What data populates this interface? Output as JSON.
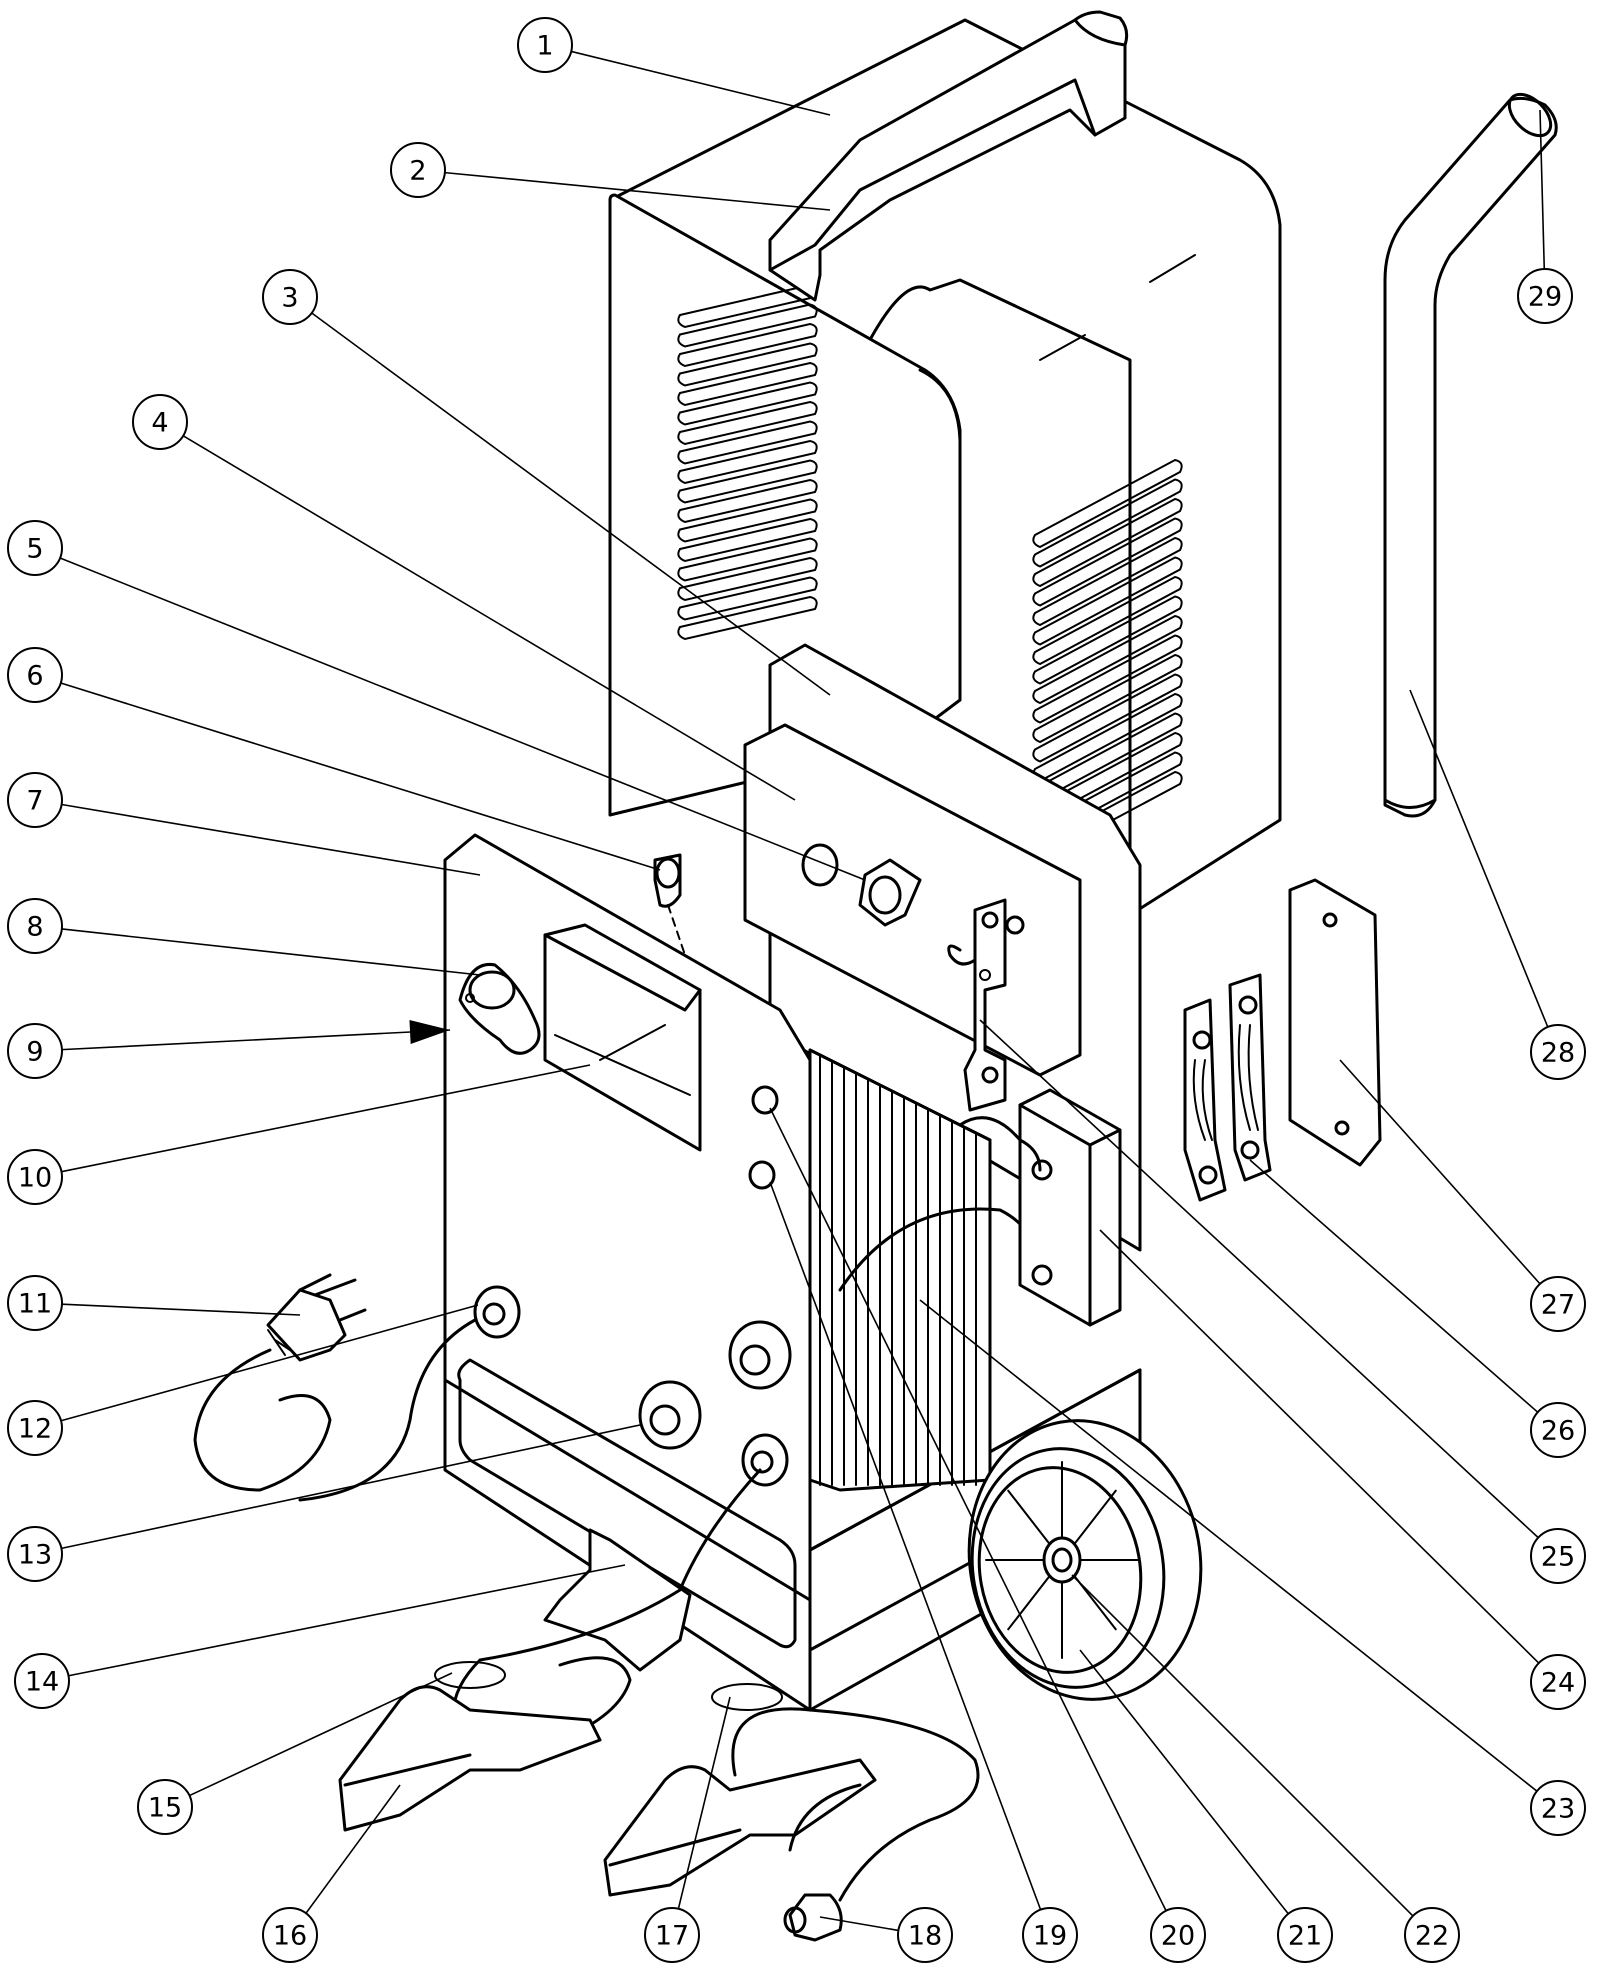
{
  "diagram": {
    "callouts": [
      {
        "number": "1",
        "anchor": "handle-top"
      },
      {
        "number": "2",
        "anchor": "handle-grip"
      },
      {
        "number": "3",
        "anchor": "inner-panel"
      },
      {
        "number": "4",
        "anchor": "control-plate"
      },
      {
        "number": "5",
        "anchor": "switch"
      },
      {
        "number": "6",
        "anchor": "switch-small"
      },
      {
        "number": "7",
        "anchor": "front-panel"
      },
      {
        "number": "8",
        "anchor": "knob"
      },
      {
        "number": "9",
        "anchor": "knob-pointer"
      },
      {
        "number": "10",
        "anchor": "ammeter"
      },
      {
        "number": "11",
        "anchor": "mains-plug"
      },
      {
        "number": "12",
        "anchor": "cable-grommet"
      },
      {
        "number": "13",
        "anchor": "output-socket"
      },
      {
        "number": "14",
        "anchor": "base-foot"
      },
      {
        "number": "15",
        "anchor": "clamp-red-sleeve"
      },
      {
        "number": "16",
        "anchor": "battery-clamps"
      },
      {
        "number": "17",
        "anchor": "clamp-black-sleeve"
      },
      {
        "number": "18",
        "anchor": "connector-plug"
      },
      {
        "number": "19",
        "anchor": "fuse-holder-lower"
      },
      {
        "number": "20",
        "anchor": "fuse-holder-upper"
      },
      {
        "number": "21",
        "anchor": "wheel"
      },
      {
        "number": "22",
        "anchor": "wheel-hub"
      },
      {
        "number": "23",
        "anchor": "transformer"
      },
      {
        "number": "24",
        "anchor": "rectifier"
      },
      {
        "number": "25",
        "anchor": "bus-bar"
      },
      {
        "number": "26",
        "anchor": "diode-bracket"
      },
      {
        "number": "27",
        "anchor": "cover-plate"
      },
      {
        "number": "28",
        "anchor": "tube-handle"
      },
      {
        "number": "29",
        "anchor": "tube-cap"
      }
    ]
  }
}
